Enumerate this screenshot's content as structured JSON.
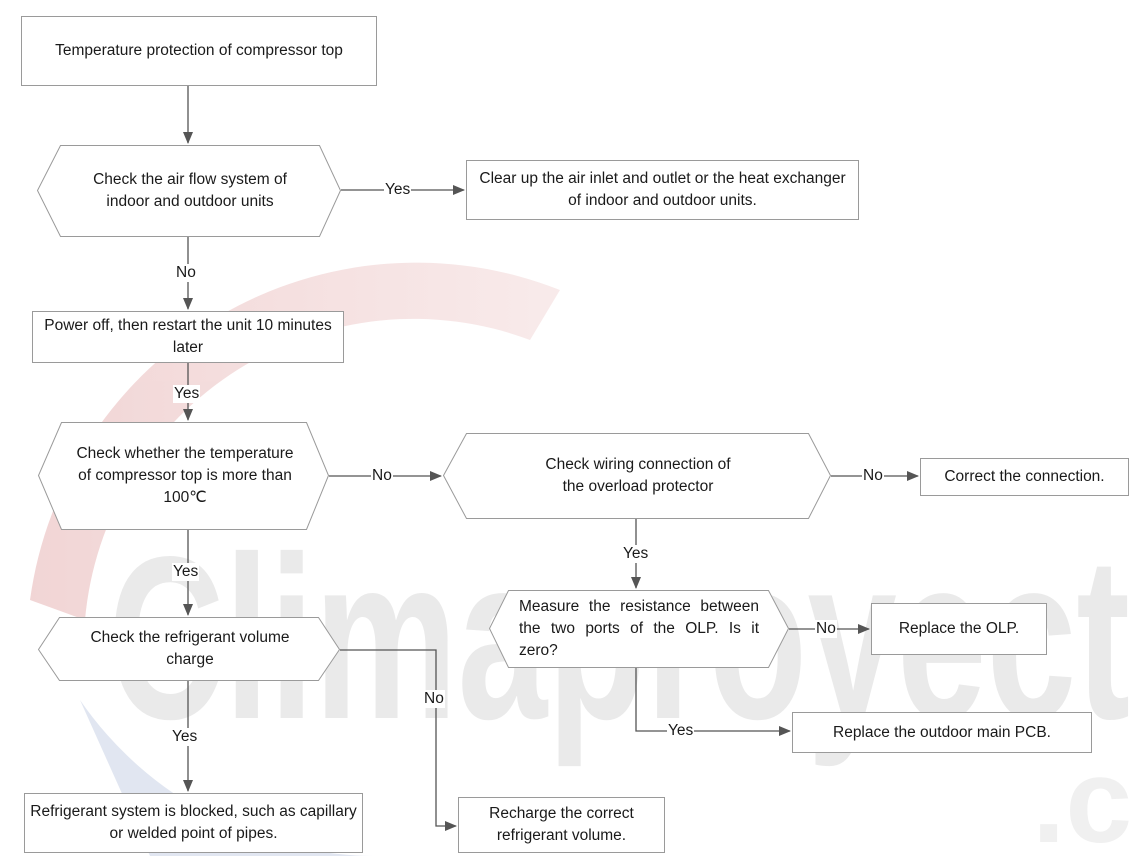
{
  "watermark": {
    "text": "Climaproyect",
    "suffix": ".c"
  },
  "colors": {
    "line": "#555555",
    "border": "#9a9a9a",
    "text": "#1a1a1a"
  },
  "nodes": {
    "start": "Temperature protection of compressor top",
    "check_airflow": "Check the air flow system of indoor and outdoor units",
    "clear_air": "Clear up the air inlet and outlet or the heat exchanger of indoor and outdoor units.",
    "power_off": "Power off, then restart the unit 10 minutes later",
    "check_temp": "Check  whether the temperature of compressor top is more than 100℃",
    "check_wiring": "Check  wiring connection of the overload protector",
    "correct_connection": "Correct the connection.",
    "check_refrigerant": "Check the refrigerant volume charge",
    "measure_resistance": "Measure the resistance between the two ports of the OLP. Is it zero?",
    "replace_olp": "Replace the OLP.",
    "replace_pcb": "Replace the outdoor main PCB.",
    "blocked": "Refrigerant system is blocked, such as capillary or welded point of pipes.",
    "recharge": "Recharge the correct refrigerant volume."
  },
  "edge_labels": {
    "airflow_yes": "Yes",
    "airflow_no": "No",
    "power_yes": "Yes",
    "temp_no": "No",
    "wiring_no": "No",
    "temp_yes": "Yes",
    "wiring_yes": "Yes",
    "resistance_no": "No",
    "refrigerant_no": "No",
    "resistance_yes": "Yes",
    "refrigerant_yes": "Yes"
  }
}
